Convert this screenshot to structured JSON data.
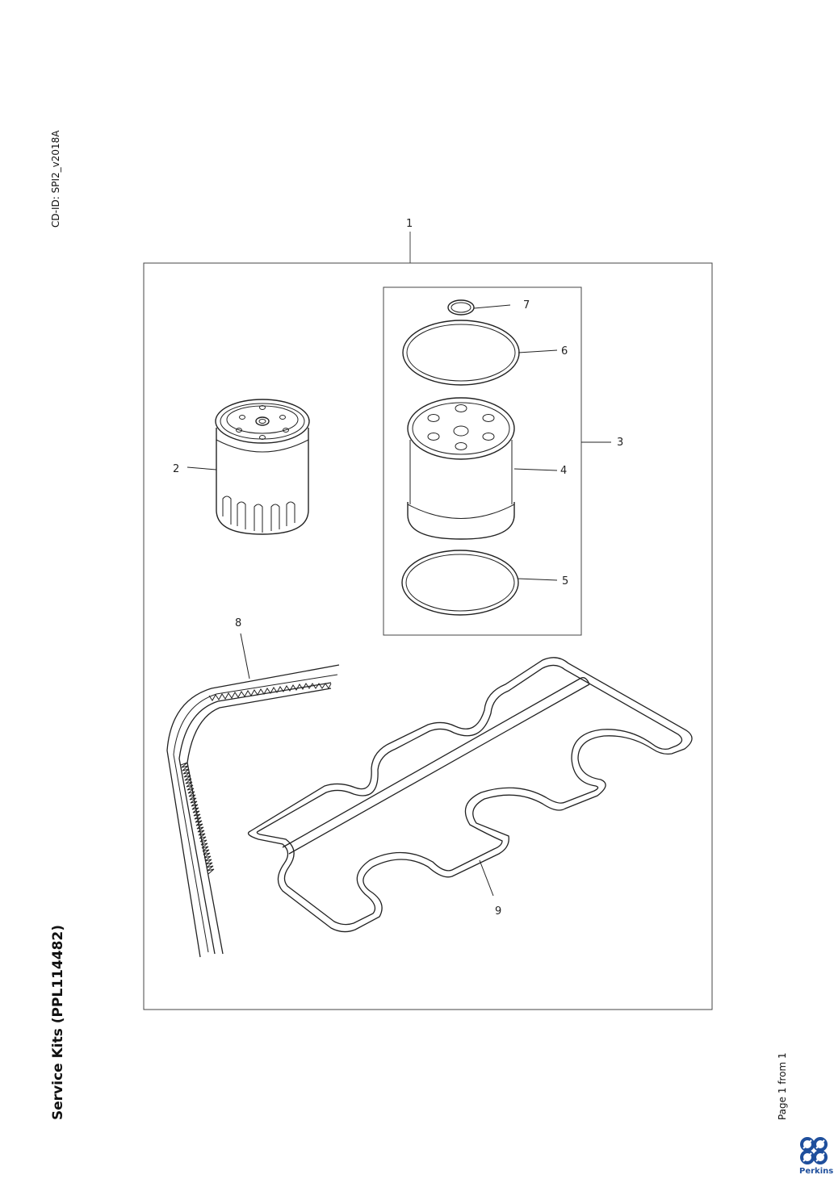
{
  "document": {
    "cd_id": "CD-ID: SPI2_v2018A",
    "title": "Service Kits (PPL114482)",
    "page_label": "Page 1 from 1",
    "brand": "Perkins"
  },
  "callouts": {
    "c1": "1",
    "c2": "2",
    "c3": "3",
    "c4": "4",
    "c5": "5",
    "c6": "6",
    "c7": "7",
    "c8": "8",
    "c9": "9"
  }
}
